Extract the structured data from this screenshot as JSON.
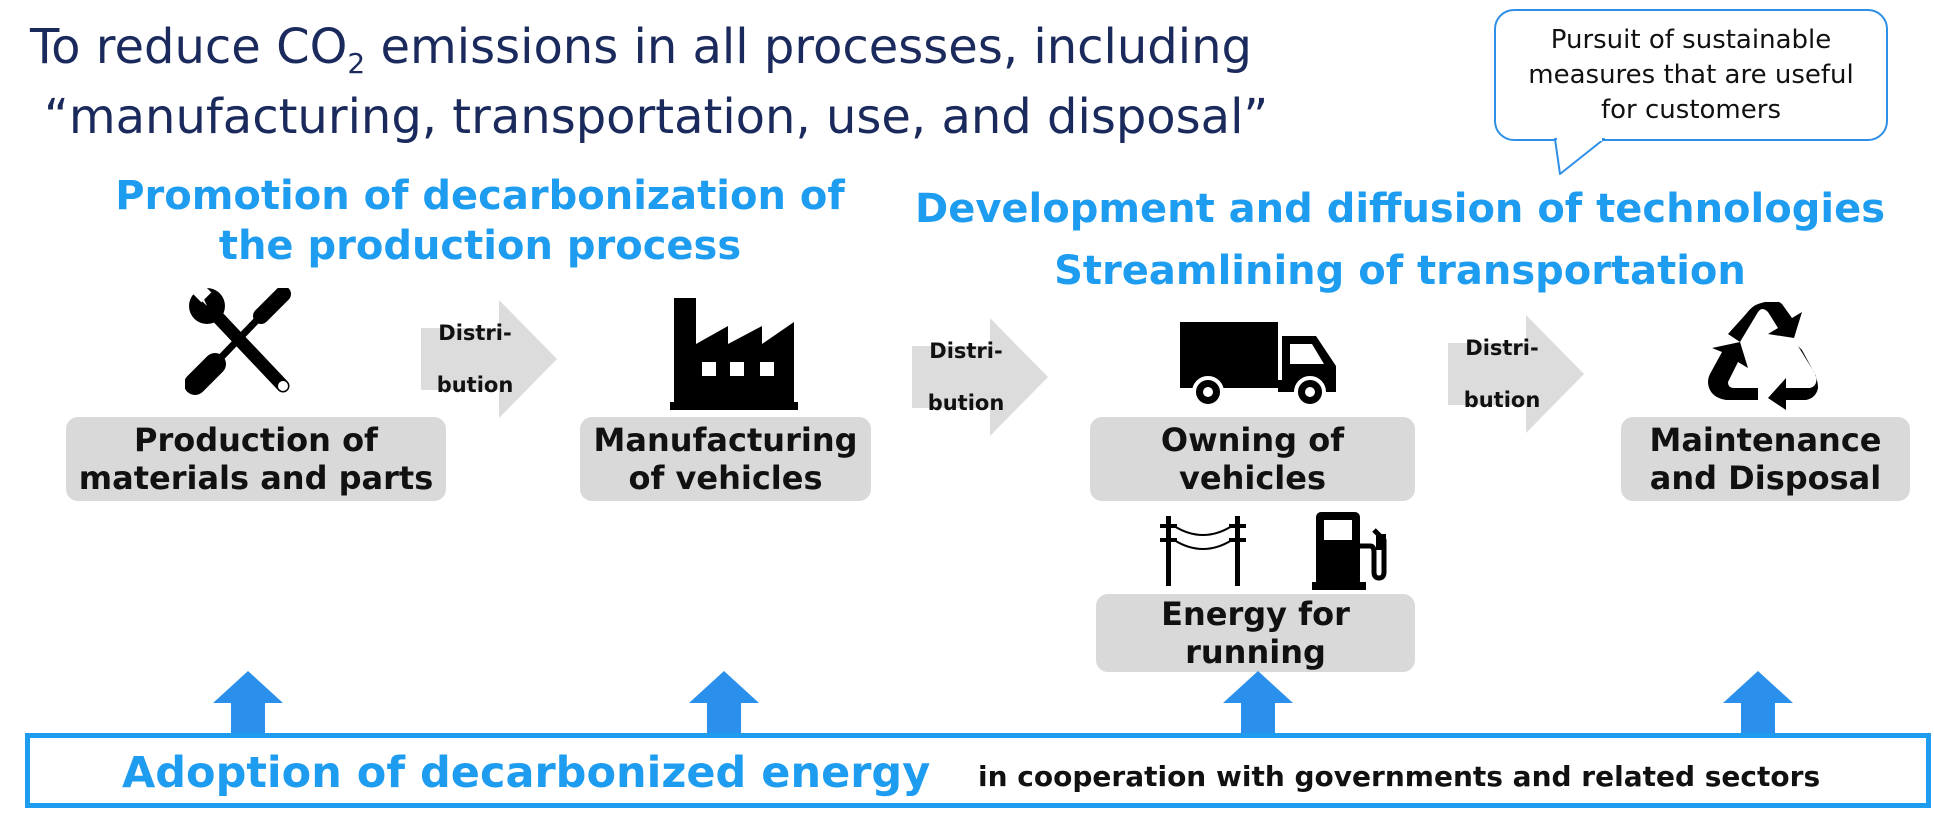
{
  "title": {
    "line1_prefix": "To reduce CO",
    "line1_subscript": "2",
    "line1_suffix": " emissions in all processes, including",
    "line2": "“manufacturing, transportation, use, and disposal”"
  },
  "callout": {
    "text": "Pursuit of sustainable measures that are useful for customers"
  },
  "headings": {
    "left_line1": "Promotion of decarbonization of",
    "left_line2": "the production process",
    "right_line1": "Development and diffusion of technologies",
    "right_line2": "Streamlining of transportation"
  },
  "stages": [
    {
      "line1": "Production of",
      "line2": "materials and parts",
      "icon": "tools-icon"
    },
    {
      "line1": "Manufacturing",
      "line2": "of vehicles",
      "icon": "factory-icon"
    },
    {
      "line1": "Owning of",
      "line2": "vehicles",
      "icon": "truck-icon"
    },
    {
      "line1": "Maintenance",
      "line2": "and Disposal",
      "icon": "recycle-icon"
    }
  ],
  "energy_stage": {
    "line1": "Energy for",
    "line2": "running",
    "icons": [
      "power-line-icon",
      "fuel-pump-icon"
    ]
  },
  "distribution": {
    "line1": "Distri-",
    "line2": "bution"
  },
  "bottom_banner": {
    "main": "Adoption of decarbonized energy",
    "sub": "in cooperation with governments and related sectors"
  },
  "colors": {
    "title": "#1b2a5c",
    "accent_blue": "#1e9cf0",
    "arrow_blue": "#2a90ec",
    "stage_gray": "#d9d9d9",
    "distribution_arrow": "#dcdcdc"
  }
}
